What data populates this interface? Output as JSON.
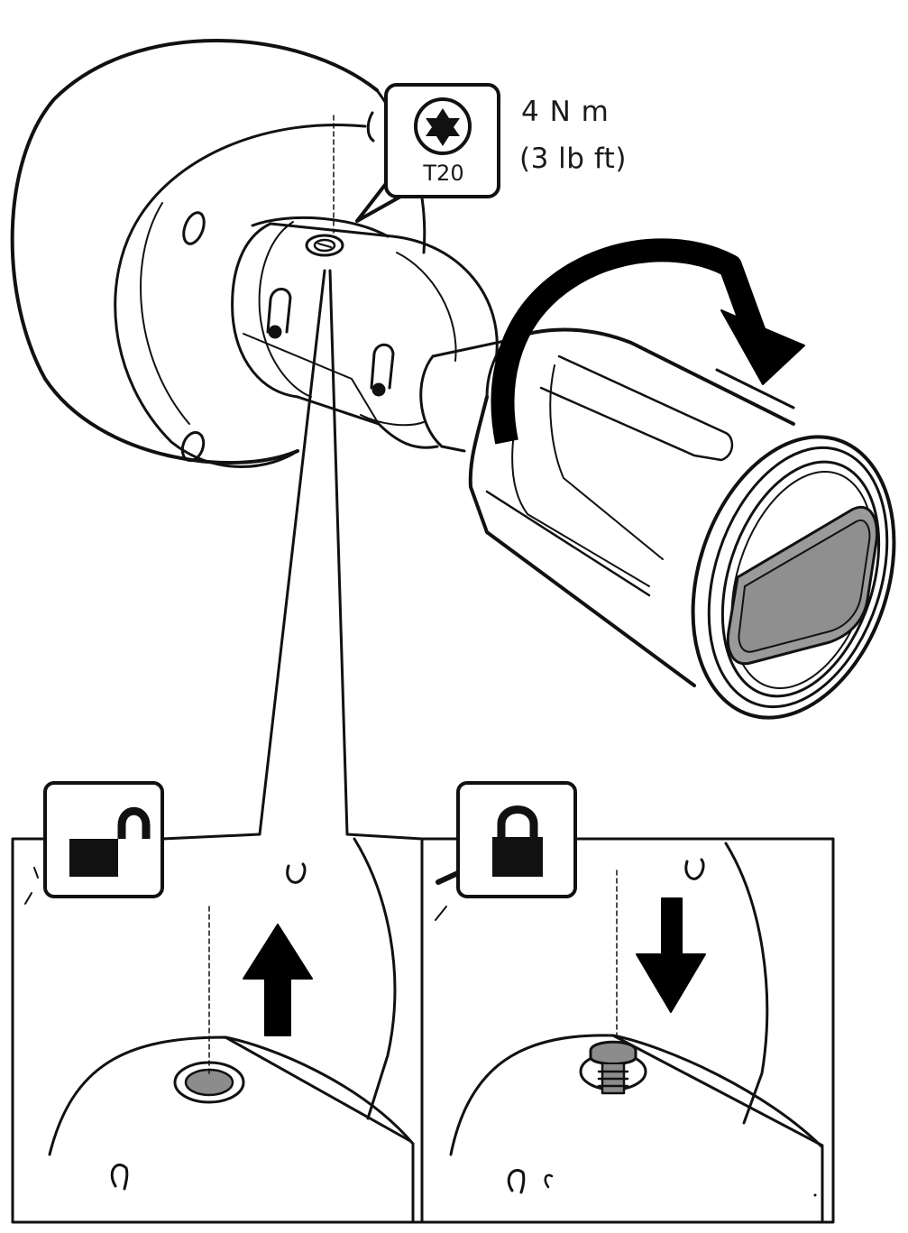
{
  "tool": {
    "bit_label": "T20",
    "bit_icon": "torx-bit-icon"
  },
  "torque": {
    "metric": "4 N m",
    "imperial": "(3 lb ft)"
  },
  "panels": [
    {
      "state": "unlock",
      "icon": "padlock-open-icon",
      "direction": "up"
    },
    {
      "state": "lock",
      "icon": "padlock-closed-icon",
      "direction": "down"
    }
  ],
  "colors": {
    "line": "#111111",
    "screw_fill": "#8c8c8c",
    "lens_fill": "#999999",
    "background": "#ffffff"
  }
}
